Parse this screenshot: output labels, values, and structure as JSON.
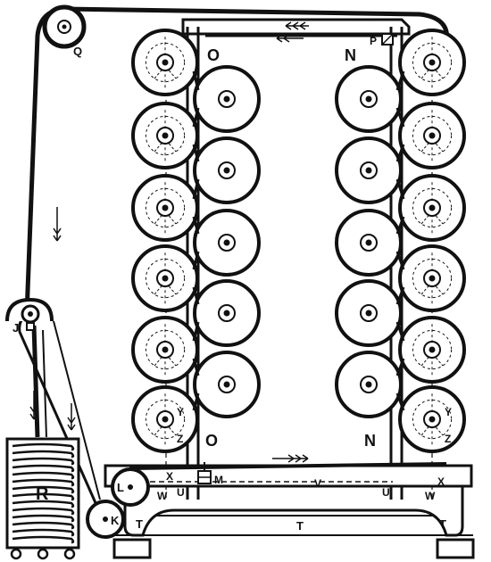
{
  "colors": {
    "ink": "#111111",
    "paper": "#ffffff"
  },
  "labels": {
    "Q": "Q",
    "O_top": "O",
    "N_top": "N",
    "P": "P",
    "J": "J",
    "R": "R",
    "Y_left": "Y",
    "Z_left": "Z",
    "O_bottom": "O",
    "N_bottom": "N",
    "Y_right": "Y",
    "Z_right": "Z",
    "X_left": "X",
    "W_left": "W",
    "U_left": "U",
    "M": "M",
    "V": "V",
    "U_right": "U",
    "W_right": "W",
    "X_right": "X",
    "L": "L",
    "K": "K",
    "T_left": "T",
    "T_center": "T",
    "T_right": "T"
  }
}
